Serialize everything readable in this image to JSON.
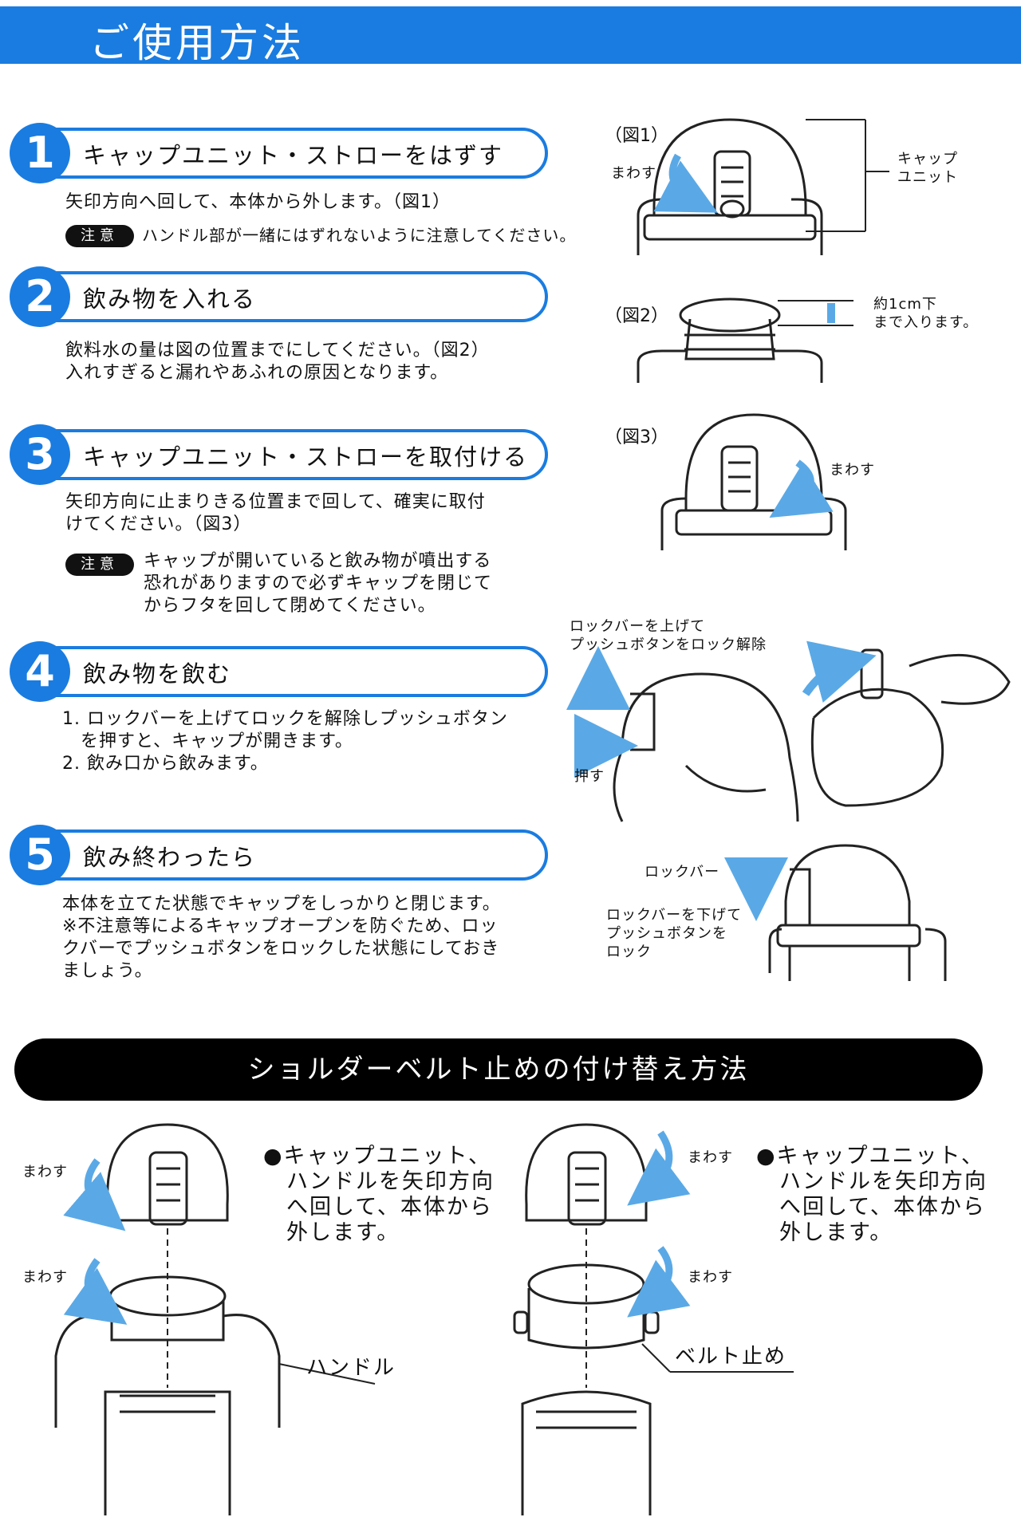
{
  "header": {
    "title": "ご使用方法"
  },
  "steps": [
    {
      "number": "1",
      "title": "キャップユニット・ストローをはずす",
      "body": "矢印方向へ回して、本体から外します。（図1）",
      "note_label": "注意",
      "note": "ハンドル部が一緒にはずれないように注意してください。"
    },
    {
      "number": "2",
      "title": "飲み物を入れる",
      "body": "飲料水の量は図の位置までにしてください。（図2）\n入れすぎると漏れやあふれの原因となります。"
    },
    {
      "number": "3",
      "title": "キャップユニット・ストローを取付ける",
      "body": "矢印方向に止まりきる位置まで回して、確実に取付\nけてください。（図3）",
      "note_label": "注意",
      "note": "キャップが開いていると飲み物が噴出する\n恐れがありますので必ずキャップを閉じて\nからフタを回して閉めてください。"
    },
    {
      "number": "4",
      "title": "飲み物を飲む",
      "body": "1. ロックバーを上げてロックを解除しプッシュボタン\n　を押すと、キャップが開きます。\n2. 飲み口から飲みます。"
    },
    {
      "number": "5",
      "title": "飲み終わったら",
      "body": "本体を立てた状態でキャップをしっかりと閉じます。\n※不注意等によるキャップオープンを防ぐため、ロッ\nクバーでプッシュボタンをロックした状態にしておき\nましょう。"
    }
  ],
  "figures": {
    "fig1": {
      "label": "（図1）",
      "turn": "まわす",
      "cap_unit": "キャップ\nユニット"
    },
    "fig2": {
      "label": "（図2）",
      "fill_note": "約1cm下\nまで入ります。"
    },
    "fig3": {
      "label": "（図3）",
      "turn": "まわす"
    },
    "unlock": {
      "caption": "ロックバーを上げて\nプッシュボタンをロック解除",
      "push": "押す"
    },
    "lock": {
      "lock_bar": "ロックバー",
      "caption": "ロックバーを下げて\nプッシュボタンを\nロック"
    }
  },
  "belt_section": {
    "title": "ショルダーベルト止めの付け替え方法",
    "left": {
      "turn_top": "まわす",
      "turn_bottom": "まわす",
      "bullet": "●キャップユニット、\n　ハンドルを矢印方向\n　へ回して、本体から\n　外します。",
      "part": "ハンドル"
    },
    "right": {
      "turn_top": "まわす",
      "turn_bottom": "まわす",
      "bullet": "●キャップユニット、\n　ハンドルを矢印方向\n　へ回して、本体から\n　外します。",
      "part": "ベルト止め"
    }
  },
  "colors": {
    "accent": "#1a7ce0",
    "arrow": "#5aa9e6",
    "dark": "#111111"
  }
}
